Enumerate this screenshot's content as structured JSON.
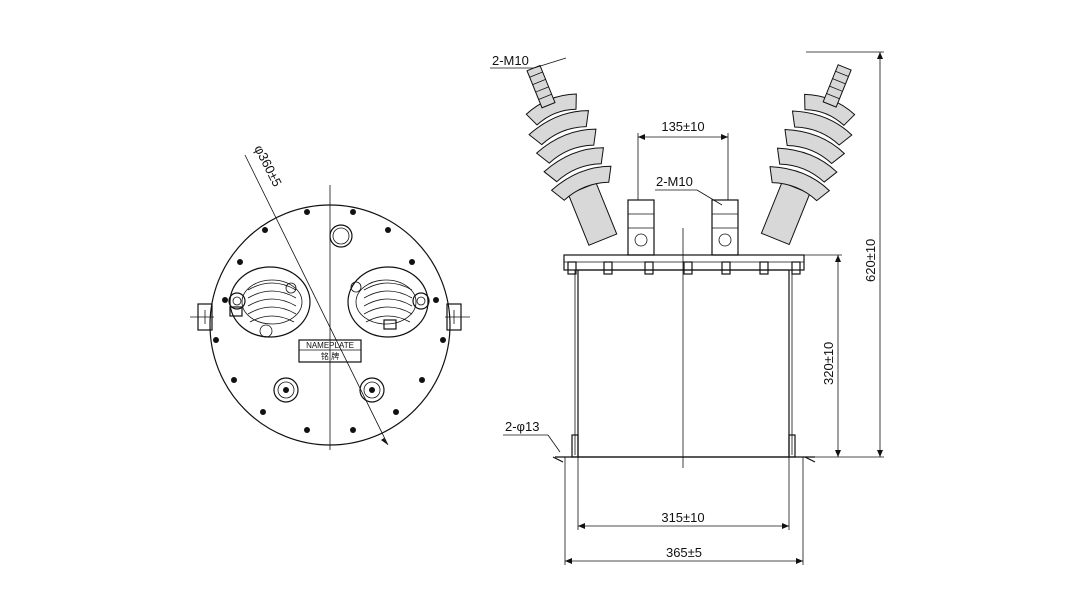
{
  "drawing": {
    "plan_view": {
      "diameter_label": "φ360±5",
      "nameplate_en": "NAMEPLATE",
      "nameplate_cn": "铭 牌"
    },
    "front_view": {
      "bolt_top_label": "2-M10",
      "bolt_mid_label": "2-M10",
      "bushing_spacing_label": "135±10",
      "total_height_label": "620±10",
      "tank_height_label": "320±10",
      "mount_hole_label": "2-φ13",
      "tank_width_label": "315±10",
      "base_width_label": "365±5"
    }
  }
}
